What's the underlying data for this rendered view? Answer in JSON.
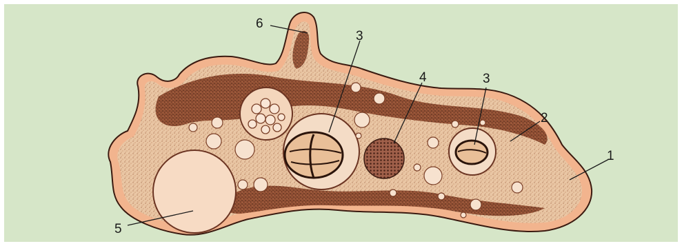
{
  "diagram": {
    "background_color": "#d6e6c8",
    "membrane_color": "#f2b48e",
    "ectoplasm_color": "#e8c4a2",
    "endoplasm_color": "#8c4a2e",
    "vacuole_color": "#f6d8c0",
    "labels": [
      {
        "id": "label-1",
        "text": "1"
      },
      {
        "id": "label-2",
        "text": "2"
      },
      {
        "id": "label-3a",
        "text": "3"
      },
      {
        "id": "label-3b",
        "text": "3"
      },
      {
        "id": "label-4",
        "text": "4"
      },
      {
        "id": "label-5",
        "text": "5"
      },
      {
        "id": "label-6",
        "text": "6"
      }
    ]
  }
}
